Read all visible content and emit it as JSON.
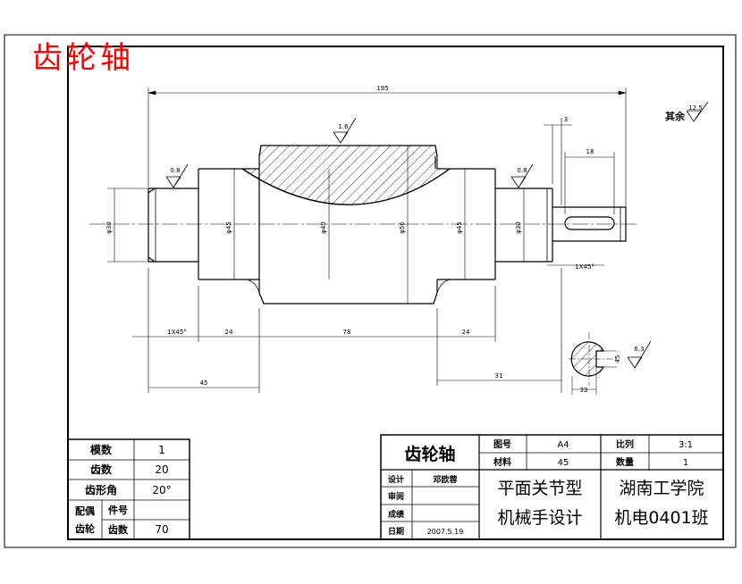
{
  "title_overlay": "齿轮轴",
  "surface_finish": {
    "other_label": "其余",
    "other_value": "12.5",
    "ra_collar": "1.6",
    "ra_left_journal": "0.8",
    "ra_right_journal": "0.8",
    "ra_keyway": "6.3"
  },
  "dimensions": {
    "overall_length": "195",
    "left_journal_dia": "φ30",
    "shoulder_dia_left": "φ45",
    "root_dia": "φ40",
    "tip_dia": "φ56",
    "shoulder_dia_right": "φ45",
    "right_journal_dia": "φ30",
    "chamfer_left": "1X45°",
    "chamfer_right": "1X45°",
    "len_shoulder_left": "24",
    "len_gear": "78",
    "len_shoulder_right": "24",
    "len_left_total": "45",
    "len_right_total": "31",
    "keyway_length": "18",
    "keyway_offset": "3",
    "key_depth": "45",
    "key_width": "33"
  },
  "gear_params": {
    "rows": [
      {
        "label": "模数",
        "value": "1"
      },
      {
        "label": "齿数",
        "value": "20"
      },
      {
        "label": "齿形角",
        "value": "20°"
      }
    ],
    "pair_label_a": "配偶",
    "pair_label_b": "齿轮",
    "part_no_label": "件号",
    "pair_teeth_label": "齿数",
    "pair_teeth_value": "70"
  },
  "title_block": {
    "part_name": "齿轮轴",
    "drawing_no_label": "图号",
    "drawing_no_value": "A4",
    "scale_label": "比列",
    "scale_value": "3:1",
    "material_label": "材料",
    "material_value": "45",
    "qty_label": "数量",
    "qty_value": "1",
    "design_label": "设计",
    "designer": "邓欧蓉",
    "review_label": "审阅",
    "grade_label": "成绩",
    "date_label": "日期",
    "date_value": "2007.5.19",
    "project_line1": "平面关节型",
    "project_line2": "机械手设计",
    "school": "湖南工学院",
    "class": "机电0401班"
  }
}
